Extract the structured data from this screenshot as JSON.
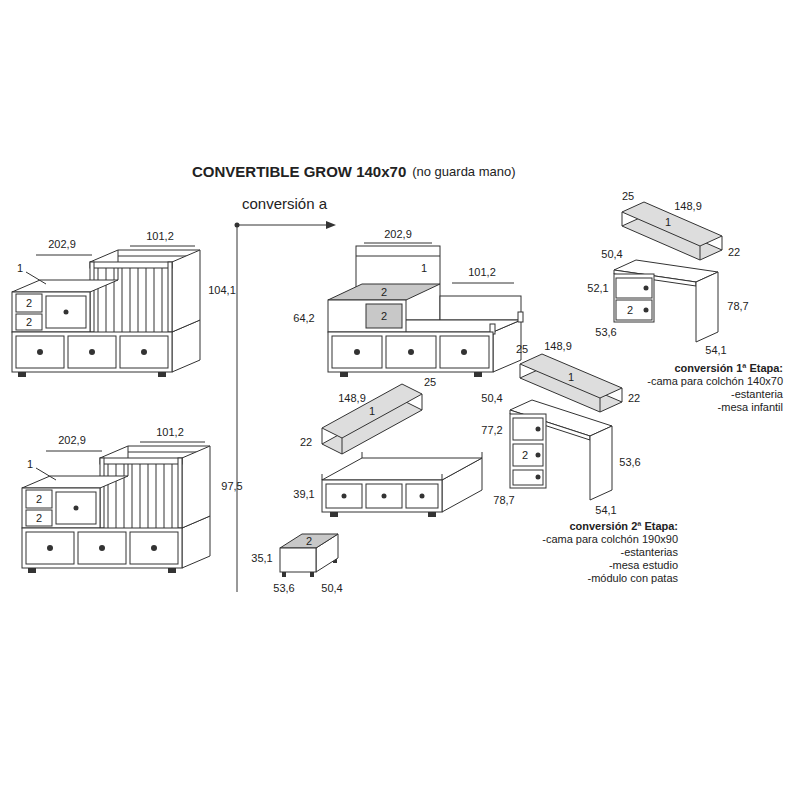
{
  "diagram": {
    "title": "CONVERTIBLE GROW 140x70",
    "labels": [
      "(no guarda mano)",
      "202,9",
      "101,2",
      "1",
      "104,1",
      "2",
      "2",
      "202,9",
      "101,2",
      "1",
      "97,5",
      "2",
      "2",
      "conversión a",
      "202,9",
      "101,2",
      "1",
      "64,2",
      "2",
      "2",
      "25",
      "148,9",
      "1",
      "22",
      "50,4",
      "52,1",
      "2",
      "53,6",
      "78,7",
      "54,1",
      "conversión 1ª Etapa:",
      "-cama para colchón 140x70",
      "-estanteria",
      "-mesa infantil",
      "25",
      "148,9",
      "1",
      "22",
      "39,1",
      "35,1",
      "2",
      "53,6",
      "50,4",
      "25",
      "148,9",
      "1",
      "50,4",
      "22",
      "77,2",
      "2",
      "78,7",
      "53,6",
      "54,1",
      "conversión 2ª Etapa:",
      "-cama para colchón 190x90",
      "-estanterias",
      "-mesa estudio",
      "-módulo con patas"
    ]
  }
}
